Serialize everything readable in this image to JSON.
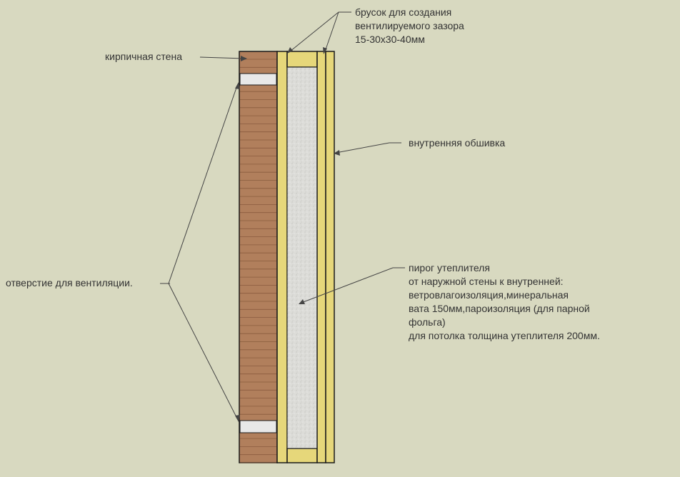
{
  "colors": {
    "background": "#d8d9c0",
    "brick": "#b17f5c",
    "brick_line": "#8a5c3e",
    "vent_gap": "#e8e8e8",
    "timber": "#e6d77a",
    "insulation": "#dededb",
    "outline": "#1a1a1a",
    "leader": "#444444",
    "text": "#333333"
  },
  "labels": {
    "brick_wall": "кирпичная стена",
    "batten": [
      "брусок для создания",
      "вентилируемого зазора",
      "15-30х30-40мм"
    ],
    "inner_lining": "внутренняя обшивка",
    "vent_hole": "отверстие  для вентиляции.",
    "insulation": [
      "пирог утеплителя",
      "от наружной стены к внутренней:",
      "ветровлагоизоляция,минеральная",
      "вата 150мм,пароизоляция (для парной",
      "фольга)",
      "для потолка толщина утеплителя 200мм."
    ]
  }
}
